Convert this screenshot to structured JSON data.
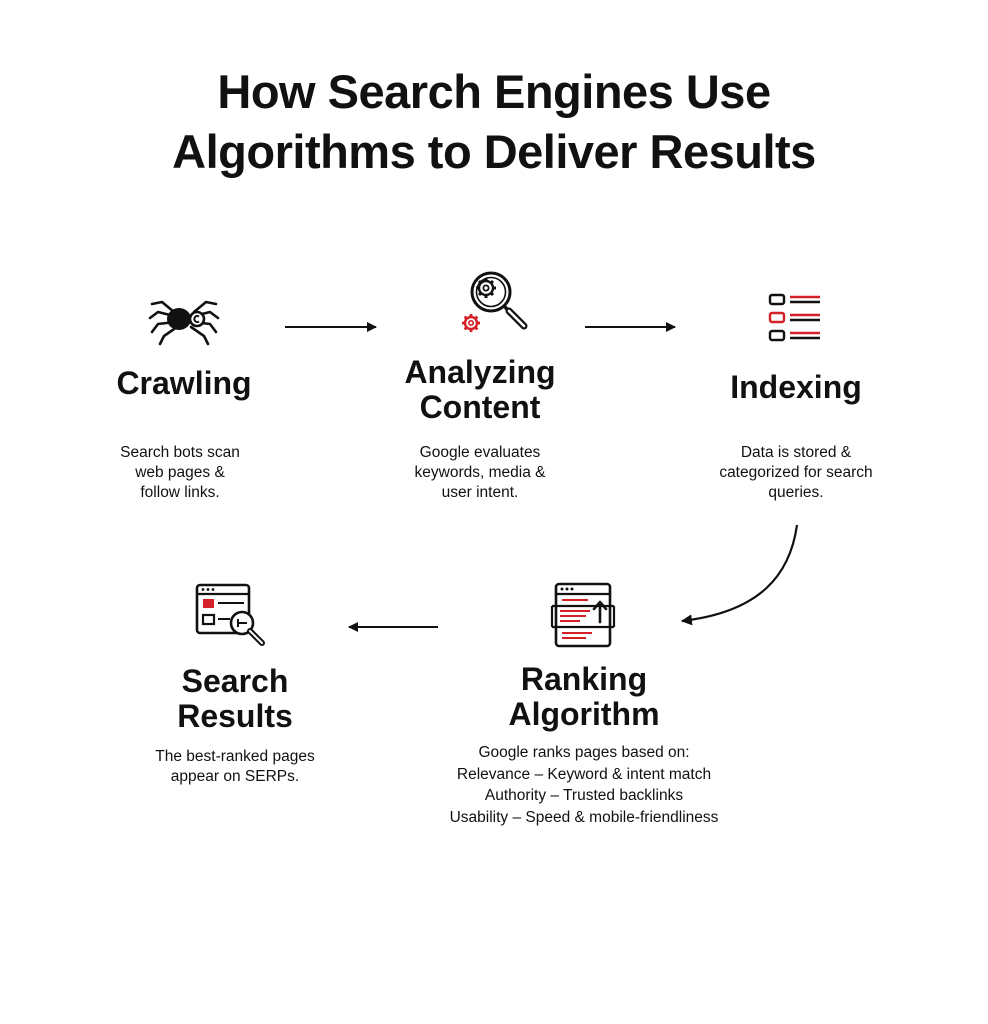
{
  "title": {
    "lines": [
      "How Search Engines Use",
      "Algorithms to Deliver Results"
    ]
  },
  "steps": {
    "crawling": {
      "heading": [
        "Crawling"
      ],
      "description": [
        "Search bots scan",
        "web pages &",
        "follow links."
      ],
      "icon": "spider-icon"
    },
    "analyzing": {
      "heading": [
        "Analyzing",
        "Content"
      ],
      "description": [
        "Google evaluates",
        "keywords, media &",
        "user intent."
      ],
      "icon": "magnifier-gears-icon"
    },
    "indexing": {
      "heading": [
        "Indexing"
      ],
      "description": [
        "Data is stored &",
        "categorized for search",
        "queries."
      ],
      "icon": "checklist-icon"
    },
    "ranking": {
      "heading": [
        "Ranking",
        "Algorithm"
      ],
      "description": [
        "Google ranks pages based on:",
        "Relevance – Keyword & intent match",
        "Authority – Trusted backlinks",
        "Usability – Speed & mobile-friendliness"
      ],
      "icon": "ranked-page-icon"
    },
    "results": {
      "heading": [
        "Search",
        "Results"
      ],
      "description": [
        "The best-ranked pages",
        "appear on SERPs."
      ],
      "icon": "results-window-icon"
    }
  },
  "colors": {
    "accent": "#d42027",
    "text": "#111111",
    "background": "#ffffff"
  }
}
